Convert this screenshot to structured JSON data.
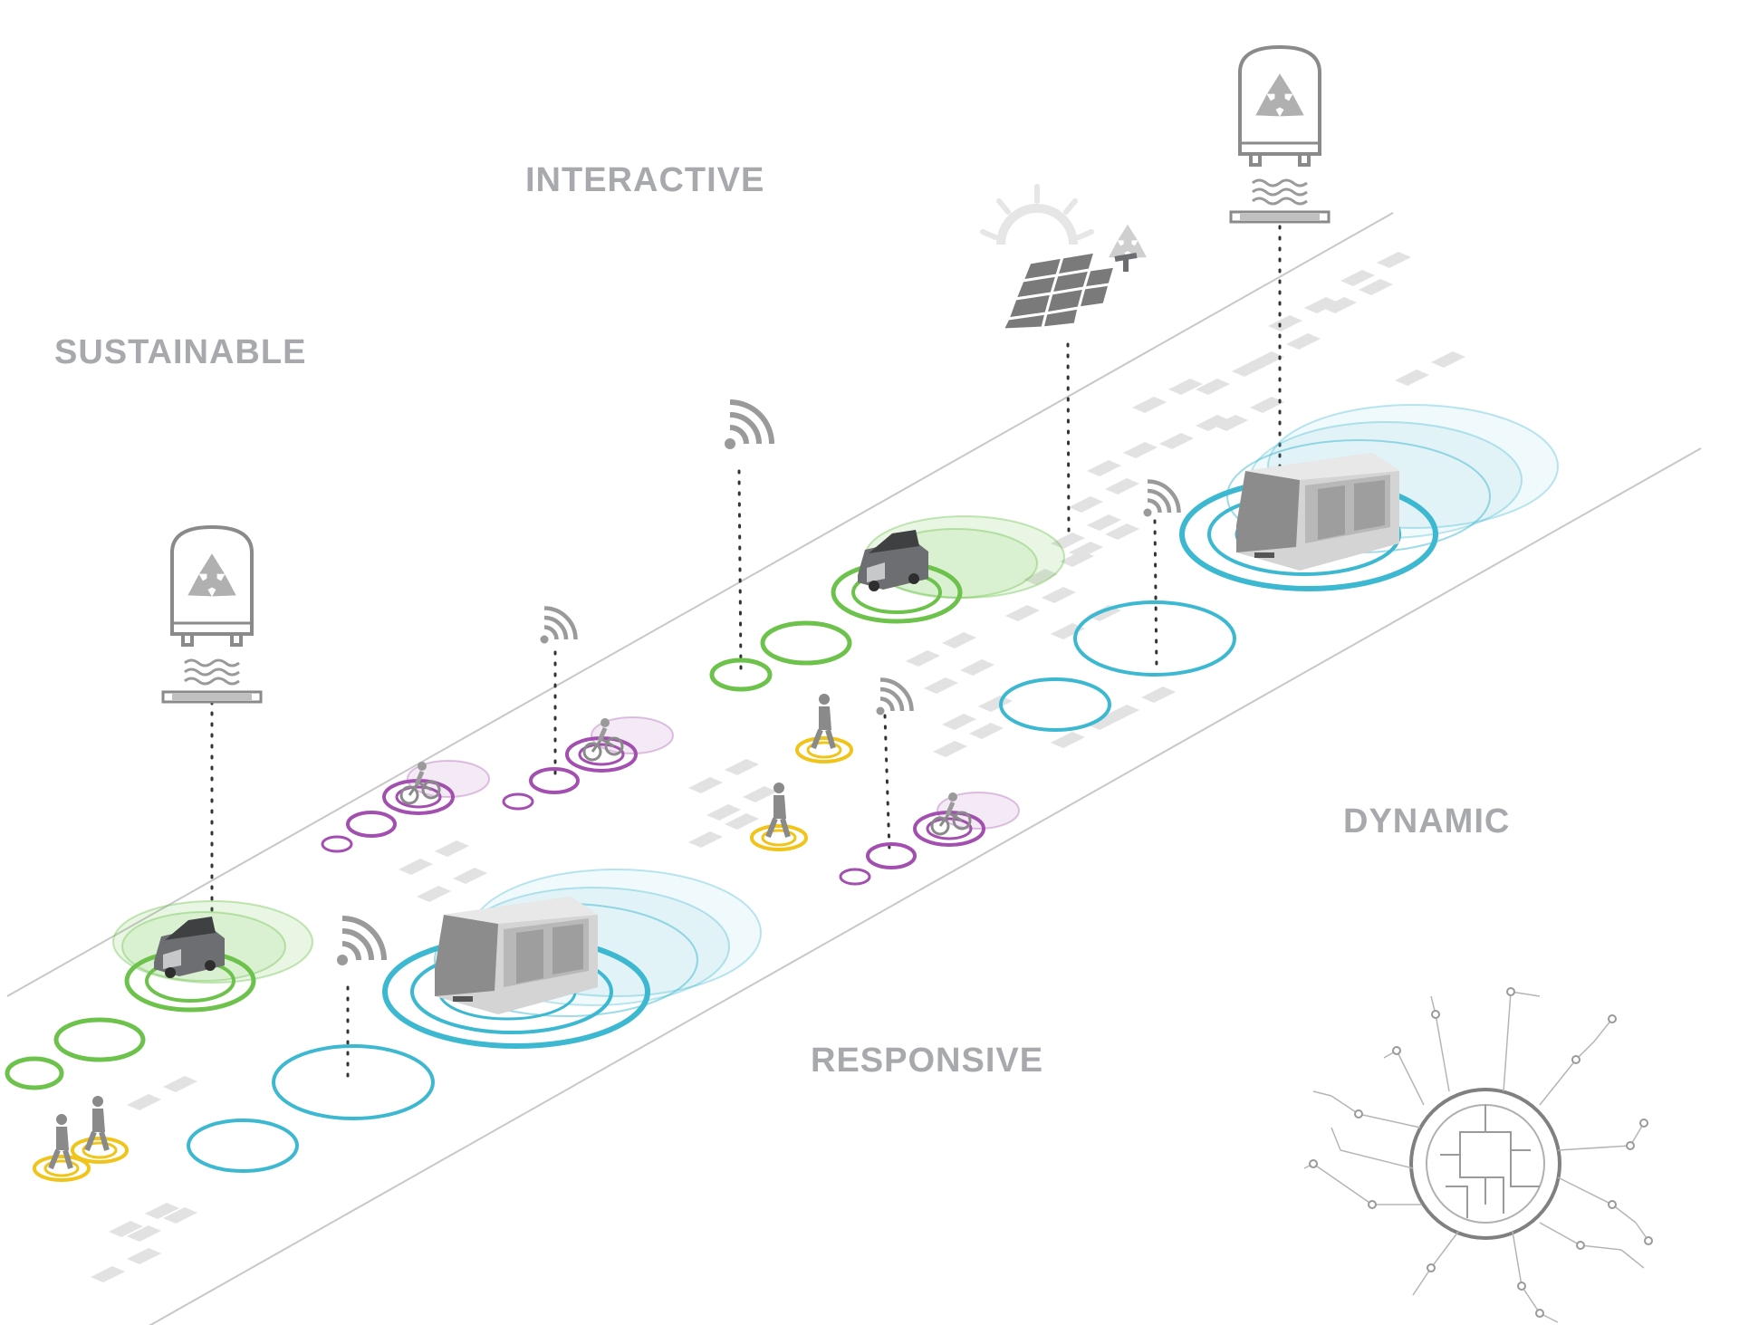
{
  "labels": {
    "interactive": "INTERACTIVE",
    "sustainable": "SUSTAINABLE",
    "dynamic": "DYNAMIC",
    "responsive": "RESPONSIVE"
  },
  "colors": {
    "label": "#a7a9ac",
    "road_line": "#c8c8c8",
    "green": "#6cc24a",
    "purple": "#a34fb0",
    "cyan": "#3cb8d0",
    "yellow": "#f0c419",
    "icon_gray": "#9a9a9a",
    "dark_gray": "#6d6e71",
    "tile_gray": "#e2e2e2"
  },
  "icons": {
    "charging_bus_icons": [
      "recycle-bus-charging-icon",
      "recycle-bus-charging-icon"
    ],
    "solar": "solar-panel-icon",
    "signal": "wifi-signal-icon",
    "network": "city-network-icon",
    "vehicles": [
      "electric-car-icon",
      "electric-car-icon",
      "autonomous-shuttle-icon",
      "autonomous-shuttle-icon",
      "bicycle-icon",
      "bicycle-icon",
      "bicycle-icon"
    ],
    "pedestrians": [
      "pedestrian-icon",
      "pedestrian-icon",
      "pedestrian-icon",
      "pedestrian-icon"
    ]
  }
}
